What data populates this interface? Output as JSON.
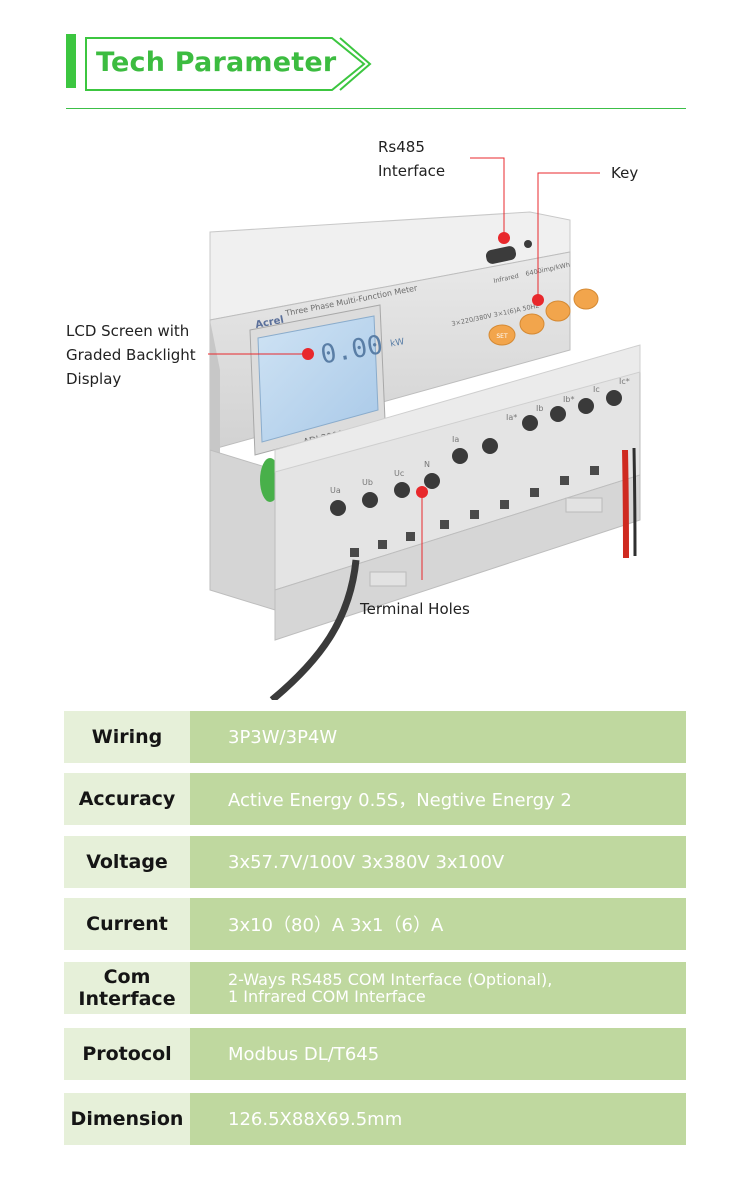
{
  "header": {
    "title": "Tech Parameter",
    "accent": "#3cc640"
  },
  "meter": {
    "brand": "Acrel",
    "product_line": "Three Phase Multi-Function Meter",
    "model": "ADL3000-E",
    "lcd_reading": "0.00",
    "lcd_unit": "kW",
    "rating": "3×220/380V 3×1(6)A 50Hz",
    "infrared_label": "Infrared",
    "pulse_label": "6400imp/kWh",
    "key_set": "SET",
    "terminals_bottom": [
      "Ua",
      "Ub",
      "Uc",
      "N"
    ],
    "terminals_top": [
      "Ia",
      "Ia*",
      "Ib",
      "Ib*",
      "Ic",
      "Ic*"
    ]
  },
  "callouts": {
    "rs485": "Rs485\nInterface",
    "key": "Key",
    "lcd": "LCD Screen with\nGraded Backlight\nDisplay",
    "terminal": "Terminal Holes",
    "marker_color": "#e8282c"
  },
  "params": [
    {
      "label": "Wiring",
      "value": "3P3W/3P4W"
    },
    {
      "label": "Accuracy",
      "value": "Active Energy 0.5S，Negtive Energy 2"
    },
    {
      "label": "Voltage",
      "value": "3x57.7V/100V 3x380V 3x100V"
    },
    {
      "label": "Current",
      "value": "3x10（80）A 3x1（6）A"
    },
    {
      "label": "Com\nInterface",
      "value": "2-Ways RS485 COM Interface (Optional),\n1 Infrared COM Interface"
    },
    {
      "label": "Protocol",
      "value": "Modbus DL/T645"
    },
    {
      "label": "Dimension",
      "value": "126.5X88X69.5mm"
    }
  ]
}
